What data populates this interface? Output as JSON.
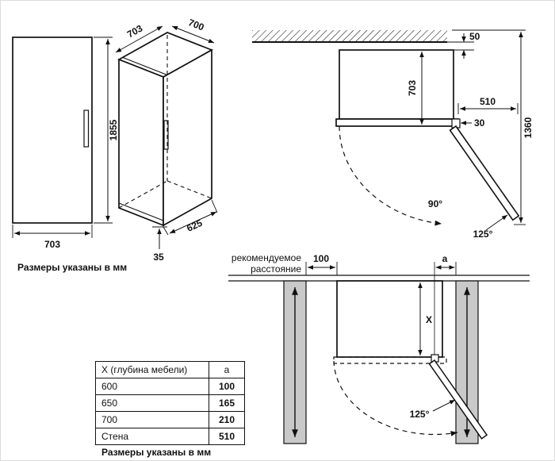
{
  "page": {
    "units_note": "Размеры указаны в мм"
  },
  "colors": {
    "cabinet": "#c9c9c9"
  },
  "front_view": {
    "height": "1855",
    "width_bottom": "703"
  },
  "iso_view": {
    "top_left": "703",
    "top_right": "700",
    "bottom_right": "625",
    "plinth": "35"
  },
  "wall_view": {
    "wall_gap": "50",
    "depth": "703",
    "door_clearance": "510",
    "hinge_offset": "30",
    "total_depth": "1360",
    "angle_90": "90°",
    "angle_125": "125°"
  },
  "niche_view": {
    "label_line1": "рекомендуемое",
    "label_line2": "расстояние",
    "left_gap": "100",
    "gap_a": "a",
    "depth_x": "X",
    "angle_125": "125°"
  },
  "table": {
    "col1_header": "X (глубина мебели)",
    "col2_header": "a",
    "rows": [
      {
        "x": "600",
        "a": "100"
      },
      {
        "x": "650",
        "a": "165"
      },
      {
        "x": "700",
        "a": "210"
      },
      {
        "x": "Стена",
        "a": "510"
      }
    ]
  }
}
